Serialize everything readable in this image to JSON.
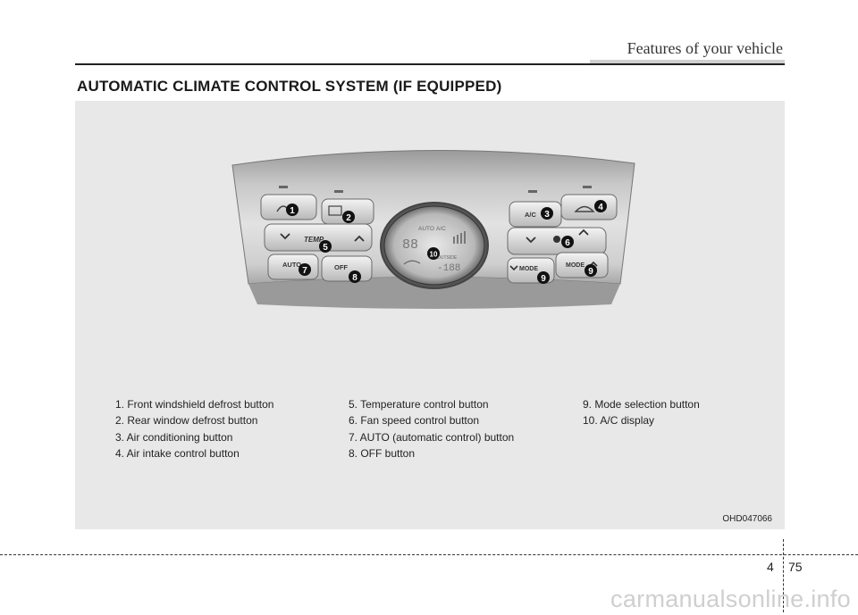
{
  "header": {
    "section": "Features of your vehicle"
  },
  "title": "AUTOMATIC CLIMATE CONTROL SYSTEM (IF EQUIPPED)",
  "panel": {
    "btn_temp": "TEMP",
    "btn_auto": "AUTO",
    "btn_off": "OFF",
    "btn_ac": "A/C",
    "btn_mode_left": "MODE",
    "btn_mode_right": "MODE",
    "display_auto": "AUTO",
    "display_ac": "A/C",
    "display_outside": "OUTSIDE",
    "display_temp": "88",
    "display_outside_temp": "-188",
    "callouts": [
      "1",
      "2",
      "3",
      "4",
      "5",
      "6",
      "7",
      "8",
      "9",
      "9",
      "10"
    ]
  },
  "legend": {
    "col1": [
      "1. Front windshield defrost button",
      "2. Rear window defrost button",
      "3. Air conditioning button",
      "4. Air intake control button"
    ],
    "col2": [
      "5. Temperature control button",
      "6. Fan speed control button",
      "7. AUTO (automatic control) button",
      "8. OFF button"
    ],
    "col3": [
      "9. Mode selection button",
      "10. A/C display"
    ]
  },
  "figure_code": "OHD047066",
  "footer": {
    "chapter": "4",
    "page": "75"
  },
  "watermark": "carmanualsonline.info"
}
